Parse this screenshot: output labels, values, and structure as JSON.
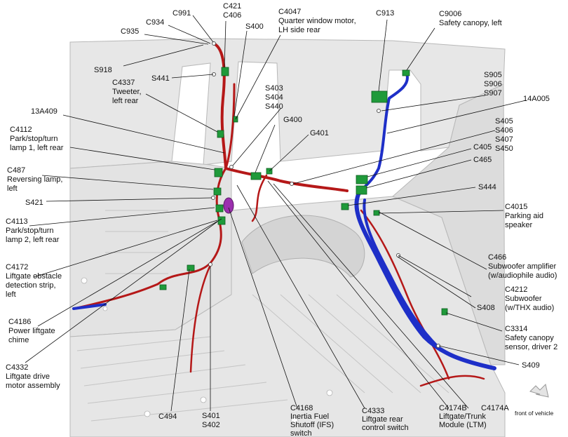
{
  "diagram": {
    "callouts": [
      {
        "id": "c991",
        "lines": [
          "C991"
        ]
      },
      {
        "id": "c934",
        "lines": [
          "C934"
        ]
      },
      {
        "id": "c935",
        "lines": [
          "C935"
        ]
      },
      {
        "id": "s918",
        "lines": [
          "S918"
        ]
      },
      {
        "id": "c421-c406",
        "lines": [
          "C421",
          "C406"
        ]
      },
      {
        "id": "s400",
        "lines": [
          "S400"
        ]
      },
      {
        "id": "c4047",
        "lines": [
          "C4047",
          "Quarter window motor,",
          "LH side rear"
        ]
      },
      {
        "id": "c913",
        "lines": [
          "C913"
        ]
      },
      {
        "id": "c9006",
        "lines": [
          "C9006",
          "Safety canopy, left"
        ]
      },
      {
        "id": "s441",
        "lines": [
          "S441"
        ]
      },
      {
        "id": "c4337",
        "lines": [
          "C4337",
          "Tweeter,",
          "left rear"
        ]
      },
      {
        "id": "s403-s440",
        "lines": [
          "S403",
          "S404",
          "S440"
        ]
      },
      {
        "id": "s905-s907",
        "lines": [
          "S905",
          "S906",
          "S907"
        ]
      },
      {
        "id": "14a005",
        "lines": [
          "14A005"
        ]
      },
      {
        "id": "13a409",
        "lines": [
          "13A409"
        ]
      },
      {
        "id": "g400",
        "lines": [
          "G400"
        ]
      },
      {
        "id": "g401",
        "lines": [
          "G401"
        ]
      },
      {
        "id": "s405-s450",
        "lines": [
          "S405",
          "S406",
          "S407",
          "S450"
        ]
      },
      {
        "id": "c4112",
        "lines": [
          "C4112",
          "Park/stop/turn",
          "lamp 1, left rear"
        ]
      },
      {
        "id": "c405",
        "lines": [
          "C405"
        ]
      },
      {
        "id": "c465",
        "lines": [
          "C465"
        ]
      },
      {
        "id": "c487",
        "lines": [
          "C487",
          "Reversing lamp,",
          "left"
        ]
      },
      {
        "id": "s444",
        "lines": [
          "S444"
        ]
      },
      {
        "id": "s421",
        "lines": [
          "S421"
        ]
      },
      {
        "id": "c4015",
        "lines": [
          "C4015",
          "Parking aid",
          "speaker"
        ]
      },
      {
        "id": "c4113",
        "lines": [
          "C4113",
          "Park/stop/turn",
          "lamp 2, left rear"
        ]
      },
      {
        "id": "c466",
        "lines": [
          "C466",
          "Subwoofer amplifier",
          "(w/audiophile audio)"
        ]
      },
      {
        "id": "c4172",
        "lines": [
          "C4172",
          "Liftgate obstacle",
          "detection strip,",
          "left"
        ]
      },
      {
        "id": "c4212",
        "lines": [
          "C4212",
          "Subwoofer",
          "(w/THX audio)"
        ]
      },
      {
        "id": "s408",
        "lines": [
          "S408"
        ]
      },
      {
        "id": "c4186",
        "lines": [
          "C4186",
          "Power liftgate",
          "chime"
        ]
      },
      {
        "id": "c3314",
        "lines": [
          "C3314",
          "Safety canopy",
          "sensor, driver 2"
        ]
      },
      {
        "id": "c4332",
        "lines": [
          "C4332",
          "Liftgate drive",
          "motor assembly"
        ]
      },
      {
        "id": "s409",
        "lines": [
          "S409"
        ]
      },
      {
        "id": "c494",
        "lines": [
          "C494"
        ]
      },
      {
        "id": "s401-s402",
        "lines": [
          "S401",
          "S402"
        ]
      },
      {
        "id": "c4168",
        "lines": [
          "C4168",
          "Inertia Fuel",
          "Shutoff (IFS)",
          "switch"
        ]
      },
      {
        "id": "c4333",
        "lines": [
          "C4333",
          "Liftgate rear",
          "control switch"
        ]
      },
      {
        "id": "c4174b",
        "lines": [
          "C4174B",
          "Liftgate/Trunk",
          "Module (LTM)"
        ]
      },
      {
        "id": "c4174a",
        "lines": [
          "C4174A"
        ]
      }
    ],
    "orientation_label": "front of vehicle",
    "colors": {
      "harness_red": "#b51818",
      "harness_blue": "#1e2fc8",
      "connector_green": "#1f9a3a",
      "body_fill": "#e7e7e7",
      "body_stroke": "#b8b8b8"
    }
  }
}
